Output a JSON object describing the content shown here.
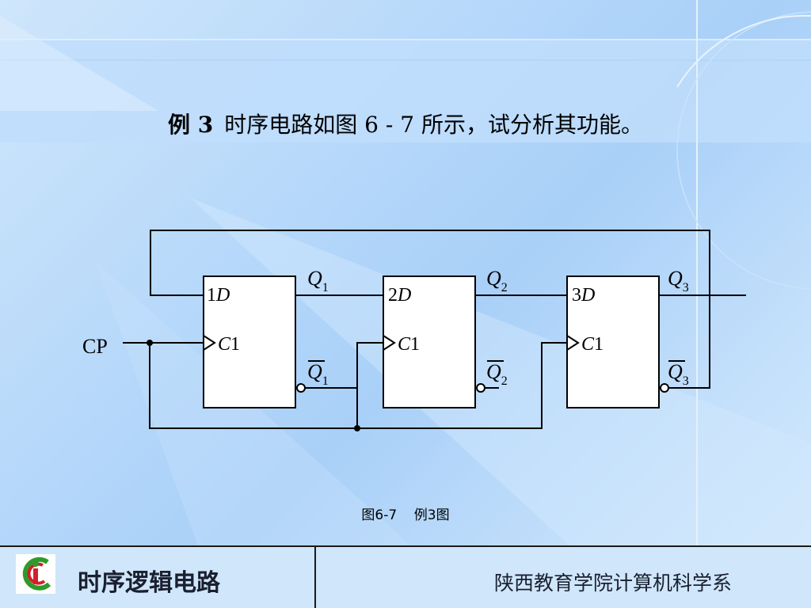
{
  "slide": {
    "title_lead": "例 3",
    "title_text": "时序电路如图 6 - 7 所示，试分析其功能。",
    "caption": "图6-7    例3图"
  },
  "circuit": {
    "input_label": "CP",
    "flipflops": [
      {
        "d_prefix": "1",
        "d_letter": "D",
        "clk_letter": "C",
        "clk_num": "1",
        "q_letter": "Q",
        "q_sub": "1",
        "qbar_letter": "Q",
        "qbar_sub": "1"
      },
      {
        "d_prefix": "2",
        "d_letter": "D",
        "clk_letter": "C",
        "clk_num": "1",
        "q_letter": "Q",
        "q_sub": "2",
        "qbar_letter": "Q",
        "qbar_sub": "2"
      },
      {
        "d_prefix": "3",
        "d_letter": "D",
        "clk_letter": "C",
        "clk_num": "1",
        "q_letter": "Q",
        "q_sub": "3",
        "qbar_letter": "Q",
        "qbar_sub": "3"
      }
    ]
  },
  "footer": {
    "course_title": "时序逻辑电路",
    "institution": "陕西教育学院计算机科学系"
  },
  "colors": {
    "band": "#bcdcfb",
    "footer_bg": "#cfe6fb",
    "wire": "#000000",
    "box_fill": "#ffffff",
    "logo_green": "#2f9a2c",
    "logo_red": "#d0202a"
  }
}
